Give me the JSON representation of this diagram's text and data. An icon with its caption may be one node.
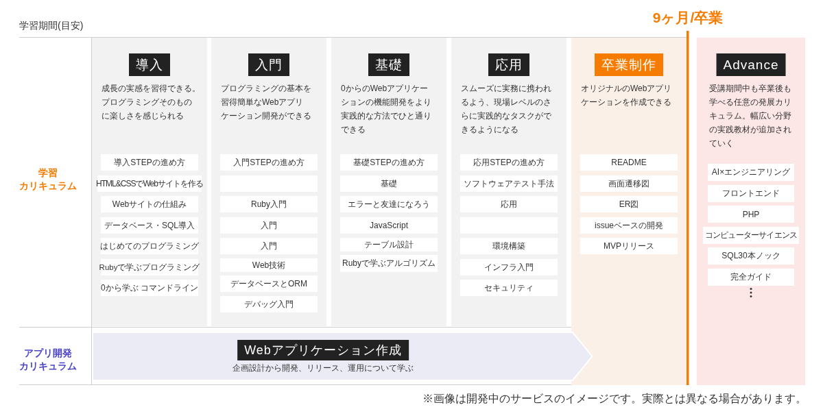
{
  "diagram": {
    "nodes": [
      {
        "text": [
          "導入",
          "成長の実感を習得できる。プログラミングそのものに楽しさを感じられる"
        ]
      },
      {
        "text": [
          "導入STEPの進め方"
        ],
        "in": 0
      },
      {
        "text": [
          "HTML&CSSでWebサイトを作る"
        ],
        "in": 0
      },
      {
        "text": [
          "Webサイトの仕組み"
        ],
        "in": 0
      },
      {
        "text": [
          "データベース・SQL導入"
        ],
        "in": 0
      },
      {
        "text": [
          "はじめてのプログラミング"
        ],
        "in": 0
      },
      {
        "text": [
          "Rubyで学ぶプログラミング"
        ],
        "in": 0
      },
      {
        "text": [
          "0から学ぶ コマンドライン"
        ],
        "in": 0
      },
      {
        "text": [
          "入門",
          "プログラミングの基本を習得簡単なWebアプリケーション開発ができる"
        ]
      },
      {
        "text": [
          "入門STEPの進め方"
        ],
        "in": 8
      },
      {
        "text": [],
        "shape": "box",
        "in": 8
      },
      {
        "text": [
          "Ruby入門"
        ],
        "in": 8
      },
      {
        "text": [
          "入門"
        ],
        "in": 8
      },
      {
        "text": [
          "入門"
        ],
        "in": 8
      },
      {
        "text": [
          "Web技術"
        ],
        "in": 8
      },
      {
        "text": [
          "データベースとORM"
        ],
        "in": 8
      },
      {
        "text": [
          "デバッグ入門"
        ],
        "in": 8
      },
      {
        "text": [
          "基礎",
          "0からのWebアプリケーションの機能開発をより実践的な方法でひと通りできる"
        ]
      },
      {
        "text": [
          "基礎STEPの進め方"
        ],
        "in": 17
      },
      {
        "text": [
          "基礎"
        ],
        "in": 17
      },
      {
        "text": [
          "エラーと友達になろう"
        ],
        "in": 17
      },
      {
        "text": [
          "JavaScript"
        ],
        "in": 17
      },
      {
        "text": [
          "テーブル設計"
        ],
        "in": 17
      },
      {
        "text": [
          "Rubyで学ぶアルゴリズム"
        ],
        "in": 17
      },
      {
        "text": [
          "応用",
          "スムーズに実務に携われるよう、現場レベルのさらに実践的なタスクができるようになる"
        ]
      },
      {
        "text": [
          "応用STEPの進め方"
        ],
        "in": 24
      },
      {
        "text": [
          "ソフトウェアテスト手法"
        ],
        "in": 24
      },
      {
        "text": [
          "応用"
        ],
        "in": 24
      },
      {
        "text": [],
        "shape": "box",
        "in": 24
      },
      {
        "text": [
          "環境構築"
        ],
        "in": 24
      },
      {
        "text": [
          "インフラ入門"
        ],
        "in": 24
      },
      {
        "text": [
          "セキュリティ"
        ],
        "in": 24
      },
      {
        "text": [
          "卒業制作",
          "オリジナルのWebアプリケーションを作成できる"
        ]
      },
      {
        "text": [
          "README"
        ],
        "in": 32
      },
      {
        "text": [
          "画面遷移図"
        ],
        "in": 32
      },
      {
        "text": [
          "ER図"
        ],
        "in": 32
      },
      {
        "text": [
          "issueベースの開発"
        ],
        "in": 32
      },
      {
        "text": [
          "MVPリリース"
        ],
        "in": 32
      },
      {
        "text": [
          "Advance",
          "受講期間中も卒業後も学べる任意の発展カリキュラム。幅広い分野の実践教材が追加されていく"
        ]
      },
      {
        "text": [
          "AI×エンジニアリング"
        ],
        "in": 38
      },
      {
        "text": [
          "フロントエンド"
        ],
        "in": 38
      },
      {
        "text": [
          "PHP"
        ],
        "in": 38
      },
      {
        "text": [
          "コンピューターサイエンス"
        ],
        "in": 38
      },
      {
        "text": [
          "SQL30本ノック"
        ],
        "in": 38
      },
      {
        "text": [
          "完全ガイド"
        ],
        "in": 38
      },
      {
        "text": [
          "Webアプリケーション作成",
          "企画設計から開発、リリース、運用について学ぶ"
        ]
      }
    ],
    "labels": [
      "学習期間(目安)",
      "9ヶ月/卒業",
      "学習カリキュラム",
      "アプリ開発カリキュラム",
      "※画像は開発中のサービスのイメージです。実際とは異なる場合があります。"
    ]
  }
}
